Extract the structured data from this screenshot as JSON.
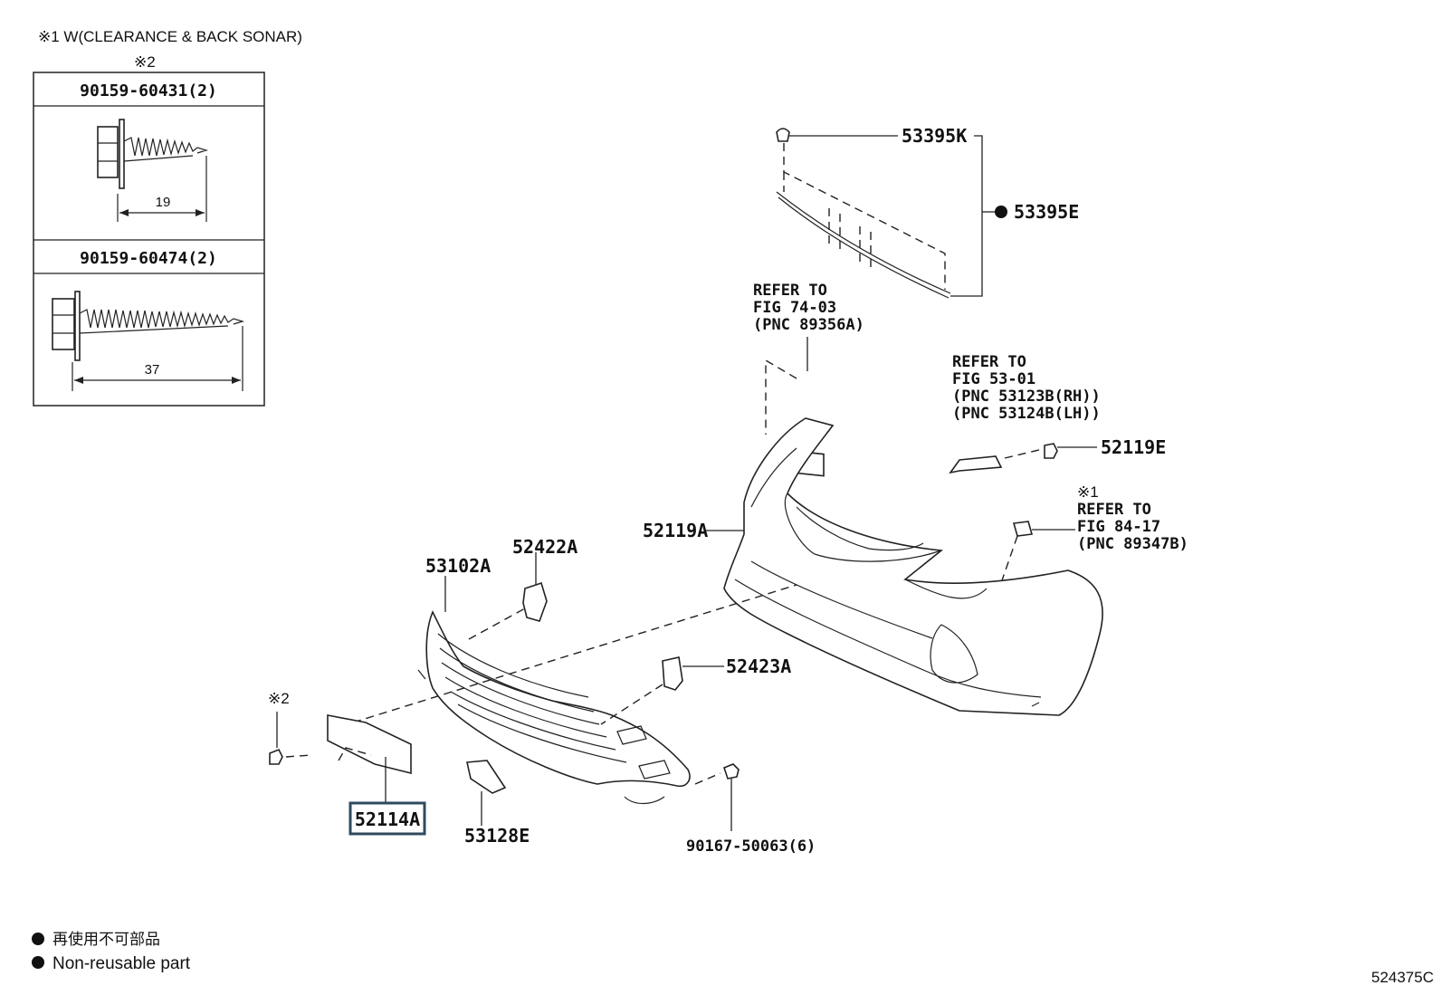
{
  "notes": {
    "note1": "※1 W(CLEARANCE & BACK SONAR)",
    "note2_mark": "※2",
    "note2_mark_b": "※2",
    "note1_mark_b": "※1"
  },
  "bolt_table": {
    "row1_part": "90159-60431(2)",
    "row1_length": "19",
    "row2_part": "90159-60474(2)",
    "row2_length": "37"
  },
  "callouts": {
    "p53395K": "53395K",
    "p53395E": "53395E",
    "p52119A": "52119A",
    "p52119E": "52119E",
    "p53102A": "53102A",
    "p52422A": "52422A",
    "p52423A": "52423A",
    "p52114A": "52114A",
    "p53128E": "53128E",
    "p90167": "90167-50063(6)"
  },
  "refs": {
    "ref1_l1": "REFER TO",
    "ref1_l2": "FIG 74-03",
    "ref1_l3": "(PNC 89356A)",
    "ref2_l1": "REFER TO",
    "ref2_l2": "FIG 53-01",
    "ref2_l3": "(PNC 53123B(RH))",
    "ref2_l4": "(PNC 53124B(LH))",
    "ref3_l1": "REFER TO",
    "ref3_l2": "FIG 84-17",
    "ref3_l3": "(PNC 89347B)"
  },
  "legend": {
    "line1": "再使用不可部品",
    "line2": "Non-reusable part"
  },
  "figure_id": "524375C",
  "colors": {
    "highlight_box": "#2f4a5e",
    "ink": "#222222"
  }
}
